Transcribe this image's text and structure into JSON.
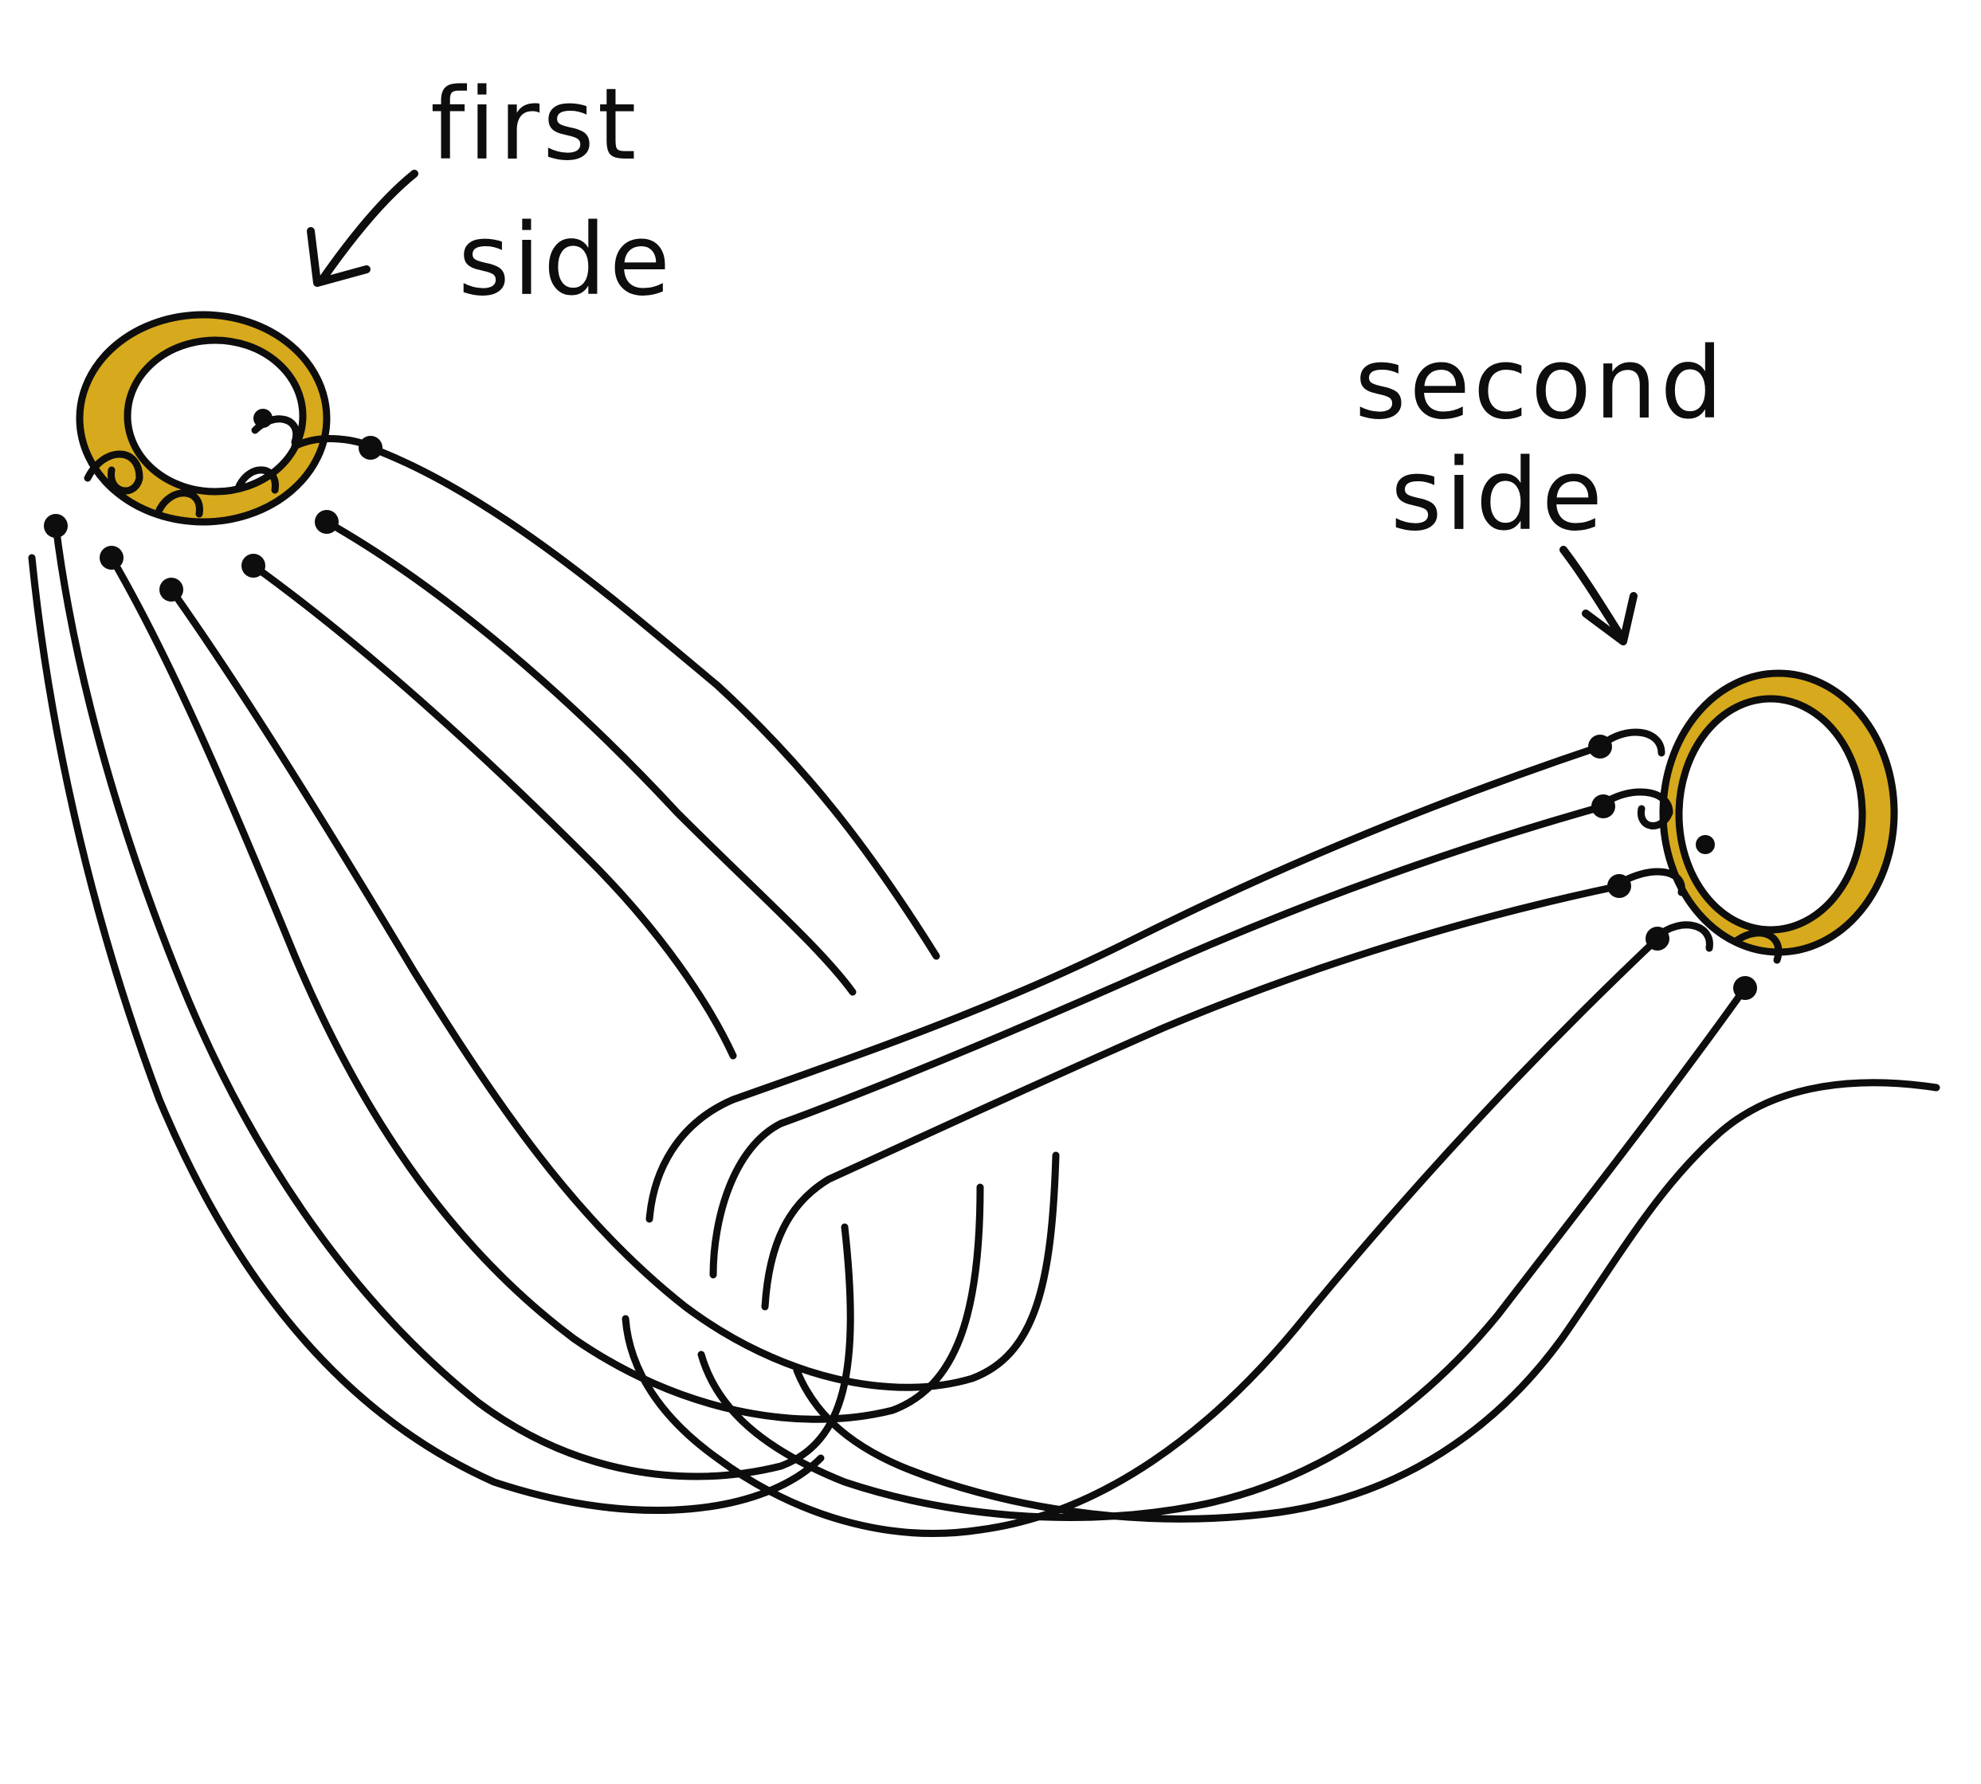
{
  "labels": {
    "first_side": {
      "line1": "first",
      "line2": "side"
    },
    "second_side": {
      "line1": "second",
      "line2": "side"
    }
  },
  "colors": {
    "ink": "#0d0d0d",
    "ring": "#d7a91d",
    "background": "#ffffff"
  }
}
